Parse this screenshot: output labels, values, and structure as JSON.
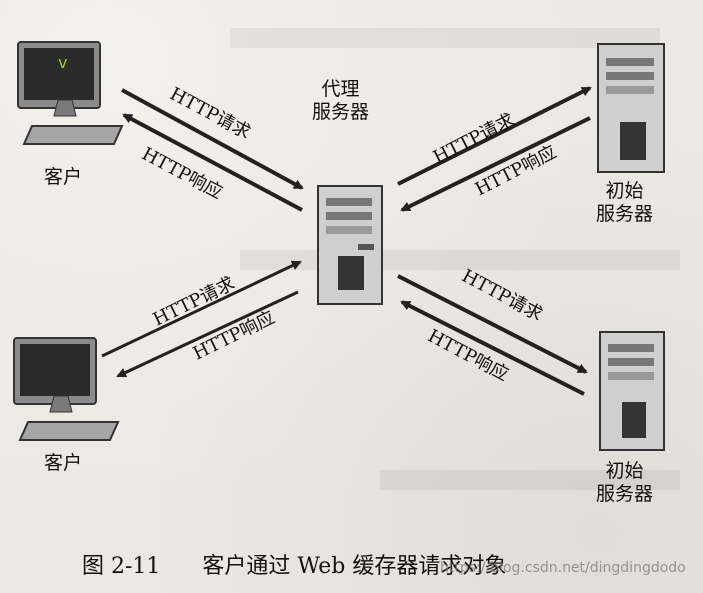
{
  "labels": {
    "client_top": "客户",
    "client_bottom": "客户",
    "proxy": "代理\n服务器",
    "origin_top": "初始\n服务器",
    "origin_bottom": "初始\n服务器"
  },
  "arrows": {
    "top_left_request": "HTTP请求",
    "top_left_response": "HTTP响应",
    "bottom_left_request": "HTTP请求",
    "bottom_left_response": "HTTP响应",
    "top_right_request": "HTTP请求",
    "top_right_response": "HTTP响应",
    "bottom_right_request": "HTTP请求",
    "bottom_right_response": "HTTP响应"
  },
  "caption": {
    "figure_number": "图 2-11",
    "title": "客户通过 Web 缓存器请求对象"
  },
  "watermark": "https://blog.csdn.net/dingdingdodo",
  "colors": {
    "background": "#ece8e3",
    "arrow": "#222222",
    "screen": "#2b2b2b",
    "server_body": "#cfcfcf"
  }
}
